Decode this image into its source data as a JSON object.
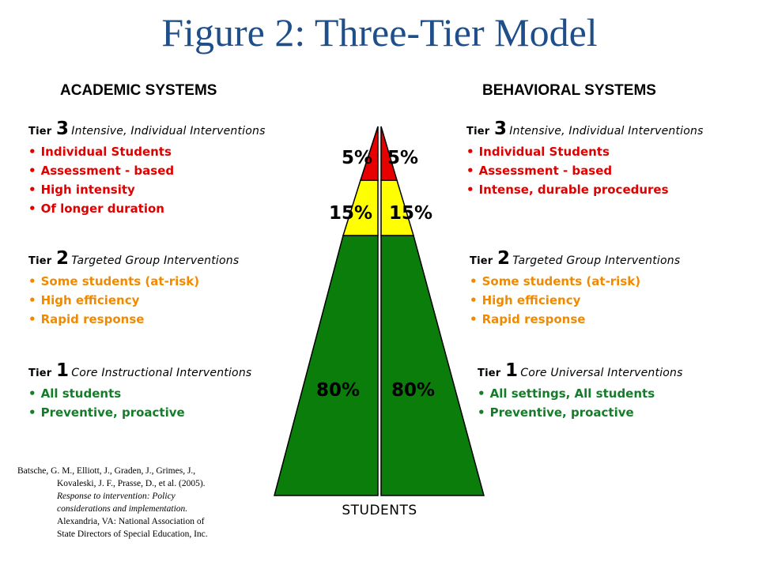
{
  "title": "Figure 2: Three-Tier Model",
  "headers": {
    "left": "ACADEMIC SYSTEMS",
    "right": "BEHAVIORAL SYSTEMS"
  },
  "tier_word": "Tier",
  "academic": {
    "tier3": {
      "num": "3",
      "label": "Intensive, Individual Interventions",
      "bullets": [
        "Individual Students",
        "Assessment - based",
        "High intensity",
        "Of longer duration"
      ]
    },
    "tier2": {
      "num": "2",
      "label": "Targeted Group Interventions",
      "bullets": [
        "Some students (at-risk)",
        "High efficiency",
        "Rapid response"
      ]
    },
    "tier1": {
      "num": "1",
      "label": "Core Instructional Interventions",
      "bullets": [
        "All students",
        "Preventive,  proactive"
      ]
    }
  },
  "behavioral": {
    "tier3": {
      "num": "3",
      "label": "Intensive, Individual Interventions",
      "bullets": [
        "Individual Students",
        "Assessment - based",
        "Intense, durable procedures"
      ]
    },
    "tier2": {
      "num": "2",
      "label": "Targeted Group Interventions",
      "bullets": [
        "Some students (at-risk)",
        "High efficiency",
        "Rapid response"
      ]
    },
    "tier1": {
      "num": "1",
      "label": "Core Universal Interventions",
      "bullets": [
        "All settings, All students",
        "Preventive,  proactive"
      ]
    }
  },
  "pyramid": {
    "tier3_left": "5%",
    "tier3_right": "5%",
    "tier2_left": "15%",
    "tier2_right": "15%",
    "tier1_left": "80%",
    "tier1_right": "80%",
    "base_label": "STUDENTS",
    "colors": {
      "tier3": "#e60000",
      "tier2": "#ffff00",
      "tier1": "#0a7d0a"
    }
  },
  "citation": {
    "line1": "Batsche, G. M., Elliott, J., Graden, J., Grimes, J.,",
    "line2": "Kovaleski, J. F., Prasse, D., et al. (2005).",
    "line3": "Response to intervention: Policy",
    "line4": "considerations and implementation.",
    "line5": "Alexandria, VA: National Association of",
    "line6": "State Directors of Special Education, Inc."
  }
}
